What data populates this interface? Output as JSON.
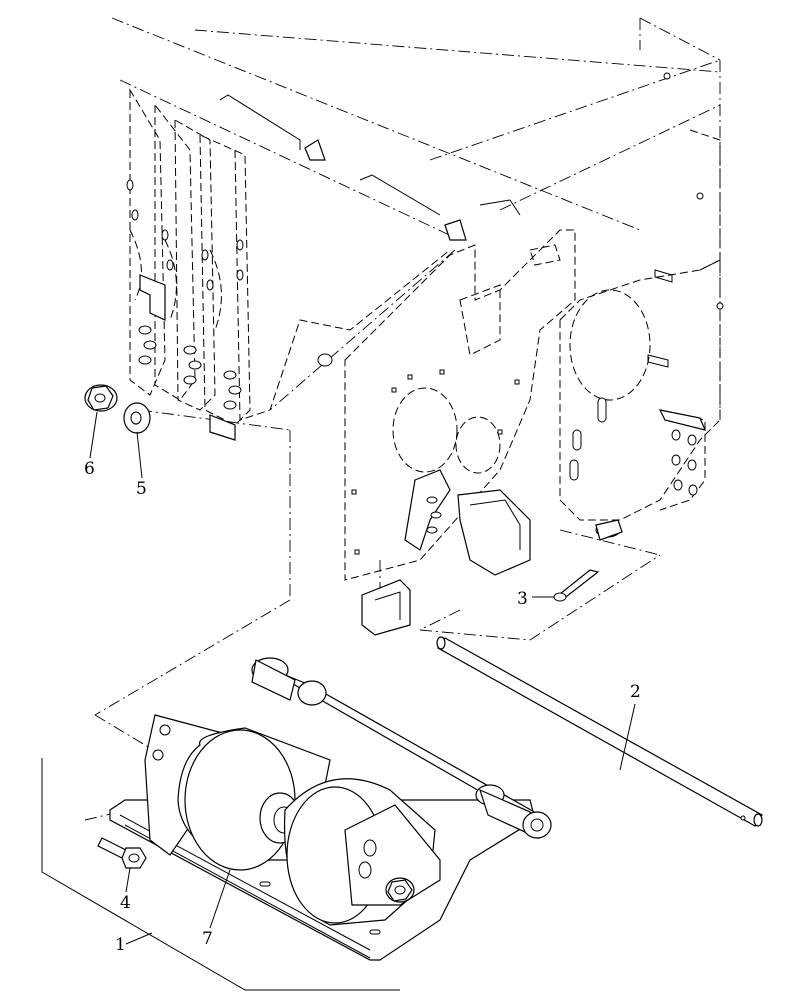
{
  "diagram": {
    "callouts": [
      {
        "id": "c1",
        "text": "1"
      },
      {
        "id": "c2",
        "text": "2"
      },
      {
        "id": "c3",
        "text": "3"
      },
      {
        "id": "c4",
        "text": "4"
      },
      {
        "id": "c5",
        "text": "5"
      },
      {
        "id": "c6",
        "text": "6"
      },
      {
        "id": "c7",
        "text": "7"
      }
    ]
  }
}
